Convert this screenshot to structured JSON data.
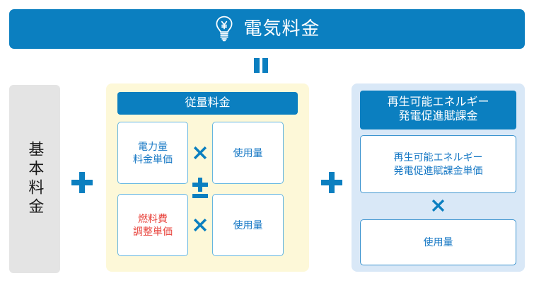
{
  "title": {
    "icon": "lightbulb-yen-icon",
    "text": "電気料金",
    "bar_color": "#0b7fc0"
  },
  "connector": {
    "name": "equals-connector",
    "symbol": "=",
    "color": "#0b7fc0"
  },
  "operators": {
    "plus": "+",
    "plus_minus": "±",
    "times": "×"
  },
  "basic_charge": {
    "label": "基本料金",
    "orientation": "vertical",
    "background": "#e4e4e4",
    "text_color": "#1a1a1a"
  },
  "usage_charge": {
    "header": "従量料金",
    "background": "#fdf8d8",
    "rows": [
      {
        "unit_price": "電力量\n料金単価",
        "unit_price_line1": "電力量",
        "unit_price_line2": "料金単価",
        "unit_price_color": "#1577c4",
        "operator": "×",
        "quantity": "使用量"
      },
      {
        "unit_price": "燃料費\n調整単価",
        "unit_price_line1": "燃料費",
        "unit_price_line2": "調整単価",
        "unit_price_color": "#e8443d",
        "operator": "×",
        "quantity": "使用量"
      }
    ],
    "row_operator": "±"
  },
  "renewable_levy": {
    "header_line1": "再生可能エネルギー",
    "header_line2": "発電促進賦課金",
    "background": "#d9e8f7",
    "unit_price_line1": "再生可能エネルギー",
    "unit_price_line2": "発電促進賦課金単価",
    "operator": "×",
    "quantity": "使用量"
  }
}
